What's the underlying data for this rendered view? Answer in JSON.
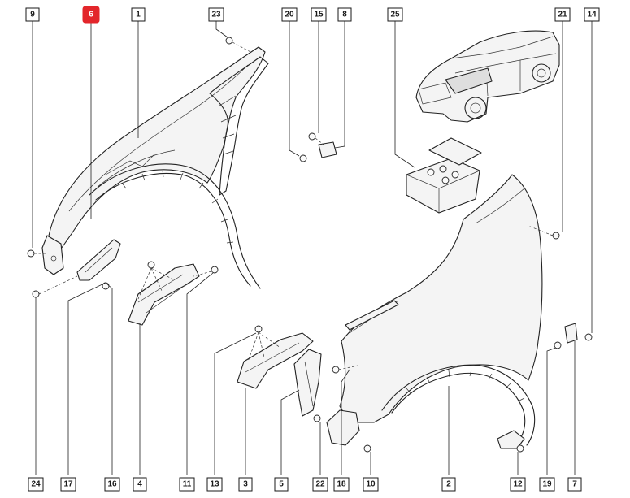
{
  "diagram": {
    "highlight_color": "#e3262b",
    "callouts": [
      {
        "label": "9"
      },
      {
        "label": "6",
        "highlighted": true
      },
      {
        "label": "1"
      },
      {
        "label": "23"
      },
      {
        "label": "20"
      },
      {
        "label": "15"
      },
      {
        "label": "8"
      },
      {
        "label": "25"
      },
      {
        "label": "21"
      },
      {
        "label": "14"
      },
      {
        "label": "24"
      },
      {
        "label": "17"
      },
      {
        "label": "16"
      },
      {
        "label": "4"
      },
      {
        "label": "11"
      },
      {
        "label": "13"
      },
      {
        "label": "3"
      },
      {
        "label": "5"
      },
      {
        "label": "22"
      },
      {
        "label": "18"
      },
      {
        "label": "10"
      },
      {
        "label": "2"
      },
      {
        "label": "12"
      },
      {
        "label": "19"
      },
      {
        "label": "7"
      }
    ]
  }
}
